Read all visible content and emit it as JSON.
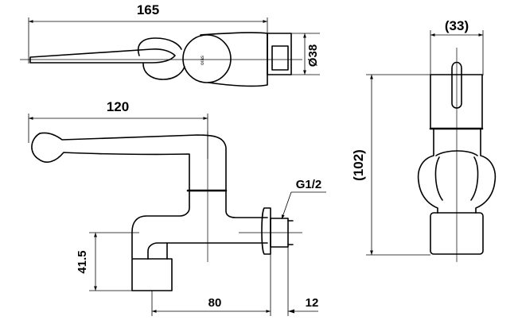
{
  "dimensions": {
    "top_length": "165",
    "outlet_diameter": "Ø38",
    "handle_length": "120",
    "thread": "G1/2",
    "spout_height": "41.5",
    "spout_reach": "80",
    "thread_length": "12",
    "side_width": "(33)",
    "side_height": "(102)"
  },
  "logo_text": "oras"
}
